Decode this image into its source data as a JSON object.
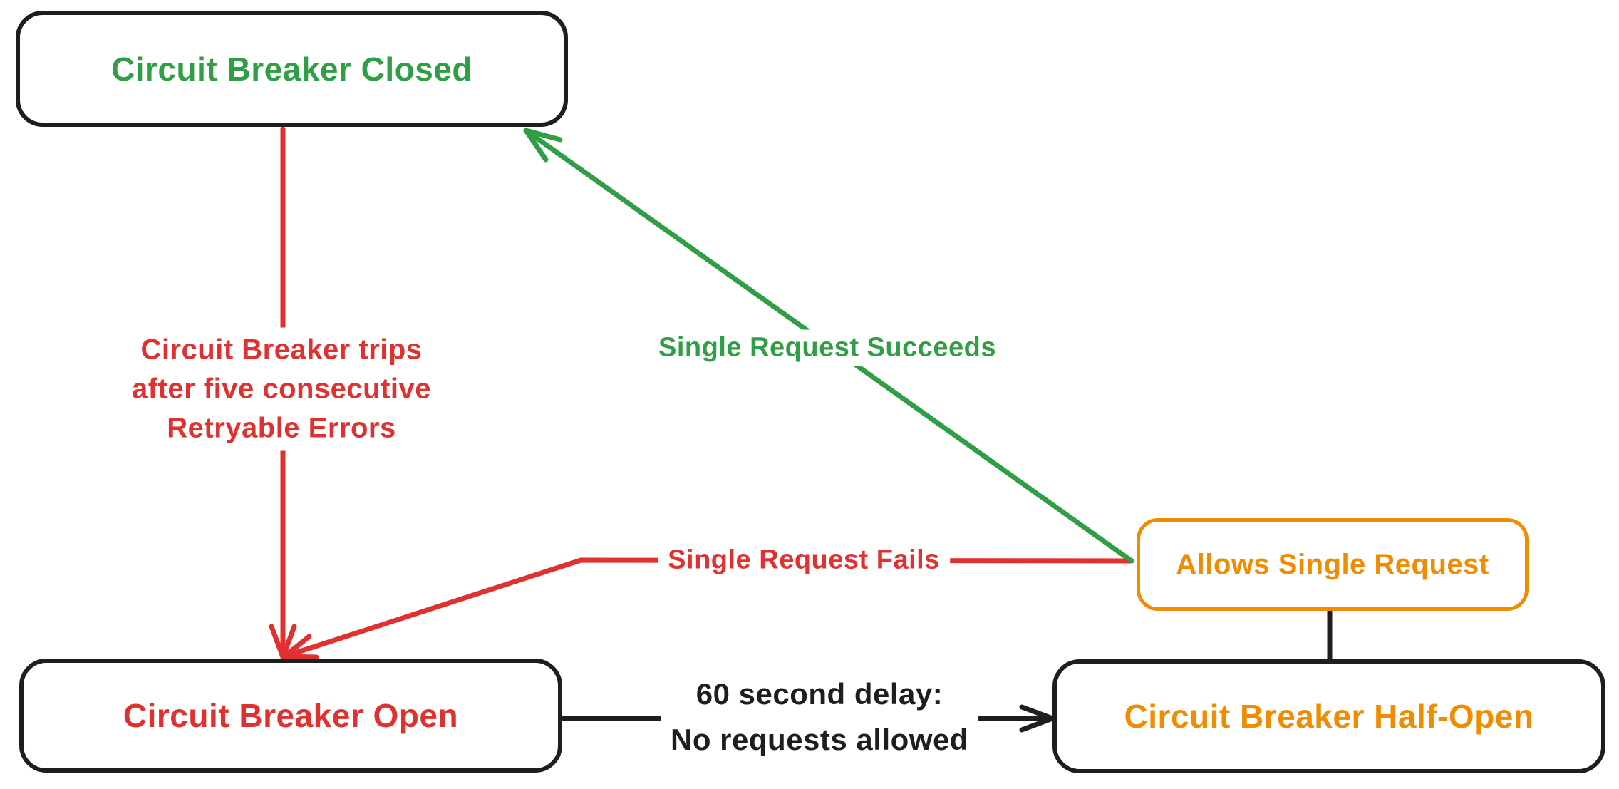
{
  "diagram": {
    "background_color": "#ffffff",
    "nodes": {
      "closed": {
        "label": "Circuit Breaker Closed",
        "text_color": "#2f9e44",
        "border_color": "#1e1e1e"
      },
      "open": {
        "label": "Circuit Breaker Open",
        "text_color": "#e03131",
        "border_color": "#1e1e1e"
      },
      "half_open": {
        "label": "Circuit Breaker Half-Open",
        "text_color": "#f08c00",
        "border_color": "#1e1e1e"
      },
      "allows": {
        "label": "Allows Single Request",
        "text_color": "#f08c00",
        "border_color": "#f08c00"
      }
    },
    "edges": {
      "trip": {
        "from": "closed",
        "to": "open",
        "color": "#e03131",
        "arrowhead": "end",
        "label_line1": "Circuit Breaker trips",
        "label_line2": "after five consecutive",
        "label_line3": "Retryable Errors"
      },
      "succeeds": {
        "from": "allows",
        "to": "closed",
        "color": "#2f9e44",
        "arrowhead": "end",
        "label": "Single Request Succeeds"
      },
      "fails": {
        "from": "allows",
        "to": "open",
        "color": "#e03131",
        "arrowhead": "end",
        "label": "Single Request Fails"
      },
      "delay": {
        "from": "open",
        "to": "half_open",
        "color": "#1e1e1e",
        "arrowhead": "end",
        "label_line1": "60 second delay:",
        "label_line2": "No requests allowed"
      },
      "connector": {
        "from": "allows",
        "to": "half_open",
        "color": "#1e1e1e",
        "arrowhead": "none"
      }
    }
  }
}
